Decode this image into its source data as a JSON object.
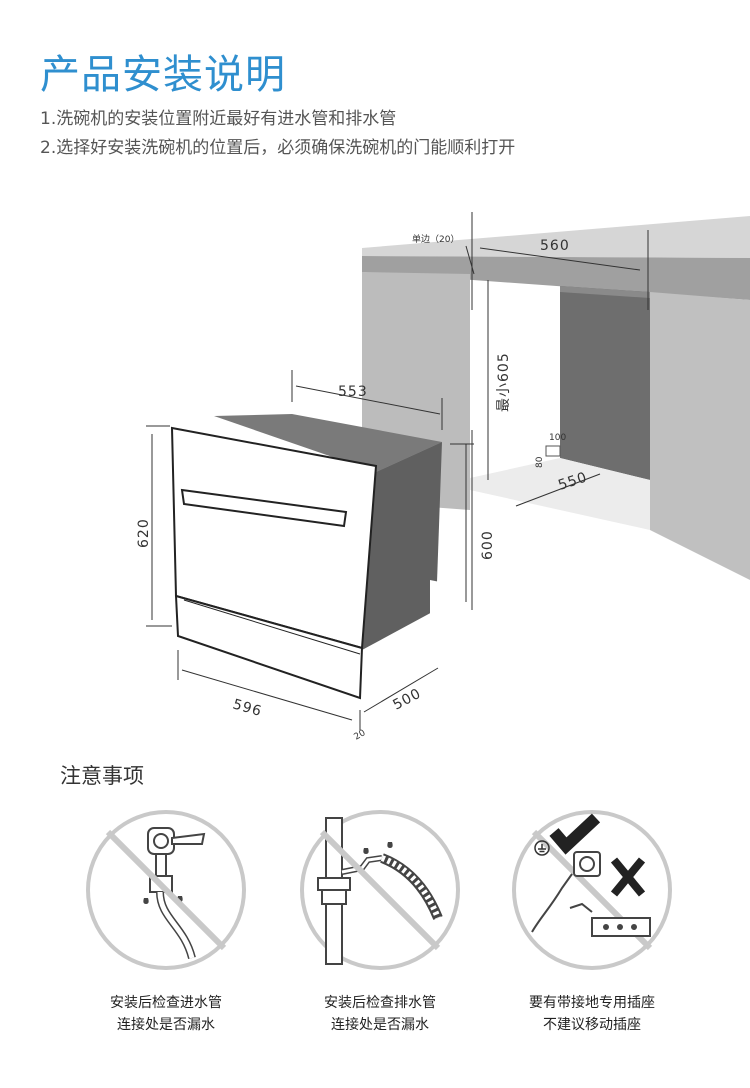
{
  "page": {
    "title": "产品安装说明",
    "instructions": [
      "1.洗碗机的安装位置附近最好有进水管和排水管",
      "2.选择好安装洗碗机的位置后，必须确保洗碗机的门能顺利打开"
    ]
  },
  "diagram": {
    "dims": {
      "width_top": "553",
      "height": "620",
      "height_right": "600",
      "width_front": "596",
      "depth": "500",
      "gap": "20",
      "cab_width": "560",
      "cab_side": "单边（20）",
      "cab_height": "最小605",
      "cab_depth": "550",
      "hole_w": "100",
      "hole_h": "80"
    }
  },
  "notes": {
    "heading": "注意事项",
    "items": [
      {
        "icon": "inlet-hose-check-icon",
        "line1": "安装后检查进水管",
        "line2": "连接处是否漏水"
      },
      {
        "icon": "drain-hose-check-icon",
        "line1": "安装后检查排水管",
        "line2": "连接处是否漏水"
      },
      {
        "icon": "grounded-socket-icon",
        "line1": "要有带接地专用插座",
        "line2": "不建议移动插座"
      }
    ]
  }
}
